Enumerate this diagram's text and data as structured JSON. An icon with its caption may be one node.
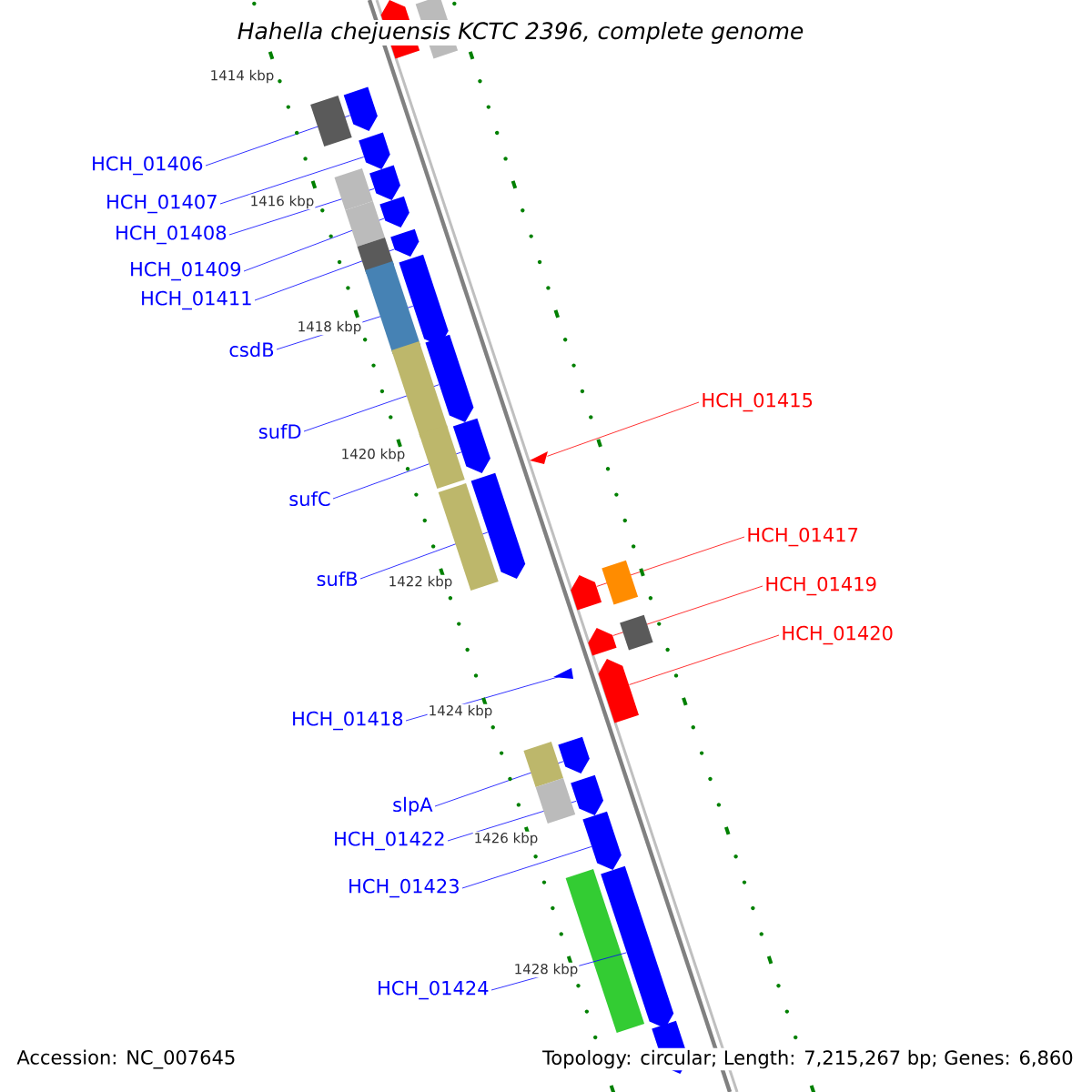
{
  "diagram": {
    "title": "*Hahella chejuensis KCTC 2396, complete genome*",
    "nodes": [
      {
        "text": [
          "HCH_01406"
        ]
      },
      {
        "text": [
          "HCH_01407"
        ]
      },
      {
        "text": [
          "HCH_01408"
        ]
      },
      {
        "text": [
          "HCH_01409"
        ]
      },
      {
        "text": [
          "HCH_01411"
        ]
      },
      {
        "text": [
          "csdB"
        ]
      },
      {
        "text": [
          "sufD"
        ]
      },
      {
        "text": [
          "sufC"
        ]
      },
      {
        "text": [
          "sufB"
        ]
      },
      {
        "text": [
          "HCH_01415"
        ]
      },
      {
        "text": [
          "HCH_01417"
        ]
      },
      {
        "text": [
          "HCH_01419"
        ]
      },
      {
        "text": [
          "HCH_01420"
        ]
      },
      {
        "text": [
          "HCH_01418"
        ]
      },
      {
        "text": [
          "slpA"
        ]
      },
      {
        "text": [
          "HCH_01422"
        ]
      },
      {
        "text": [
          "HCH_01423"
        ]
      },
      {
        "text": [
          "HCH_01424"
        ]
      },
      {
        "text": [],
        "shape": "pentagon"
      },
      {
        "text": [],
        "shape": "pentagon"
      },
      {
        "text": [],
        "shape": "pentagon"
      },
      {
        "text": [],
        "shape": "pentagon"
      },
      {
        "text": [],
        "shape": "pentagon"
      },
      {
        "text": [],
        "shape": "pentagon"
      },
      {
        "text": [],
        "shape": "pentagon"
      },
      {
        "text": [],
        "shape": "pentagon"
      },
      {
        "text": [],
        "shape": "pentagon"
      },
      {
        "text": [],
        "shape": "pentagon"
      },
      {
        "text": [],
        "shape": "triangle"
      },
      {
        "text": [],
        "shape": "pentagon"
      },
      {
        "text": [],
        "shape": "pentagon"
      },
      {
        "text": [],
        "shape": "pentagon"
      },
      {
        "text": [],
        "shape": "triangle"
      },
      {
        "text": [],
        "shape": "pentagon"
      },
      {
        "text": [],
        "shape": "pentagon"
      },
      {
        "text": [],
        "shape": "pentagon"
      },
      {
        "text": [],
        "shape": "pentagon"
      },
      {
        "text": [],
        "shape": "pentagon"
      },
      {
        "text": [],
        "shape": "box"
      }
    ],
    "edges": [
      {
        "from": 0,
        "to": 19,
        "arrow": "none"
      },
      {
        "from": 1,
        "to": 20,
        "arrow": "none"
      },
      {
        "from": 2,
        "to": 21,
        "arrow": "none"
      },
      {
        "from": 3,
        "to": 22,
        "arrow": "none"
      },
      {
        "from": 4,
        "to": 23,
        "arrow": "none"
      },
      {
        "from": 5,
        "to": 24,
        "arrow": "none"
      },
      {
        "from": 6,
        "to": 25,
        "arrow": "none"
      },
      {
        "from": 7,
        "to": 26,
        "arrow": "none"
      },
      {
        "from": 8,
        "to": 27,
        "arrow": "none"
      },
      {
        "from": 9,
        "to": 28,
        "arrow": "none",
        "color": "#ff0000"
      },
      {
        "from": 10,
        "to": 29,
        "arrow": "none",
        "color": "#ff0000"
      },
      {
        "from": 11,
        "to": 30,
        "arrow": "none",
        "color": "#ff0000"
      },
      {
        "from": 12,
        "to": 31,
        "arrow": "none",
        "color": "#ff0000"
      },
      {
        "from": 13,
        "to": 32,
        "arrow": "none"
      },
      {
        "from": 14,
        "to": 33,
        "arrow": "none"
      },
      {
        "from": 15,
        "to": 34,
        "arrow": "none"
      },
      {
        "from": 16,
        "to": 35,
        "arrow": "none"
      },
      {
        "from": 17,
        "to": 36,
        "arrow": "none"
      }
    ],
    "labels": [
      "1414 kbp",
      "1416 kbp",
      "1418 kbp",
      "1420 kbp",
      "1422 kbp",
      "1424 kbp",
      "1426 kbp",
      "1428 kbp",
      "Accession: NC_007645",
      "Topology: circular; Length: 7,215,267 bp; Genes: 6,860"
    ]
  }
}
